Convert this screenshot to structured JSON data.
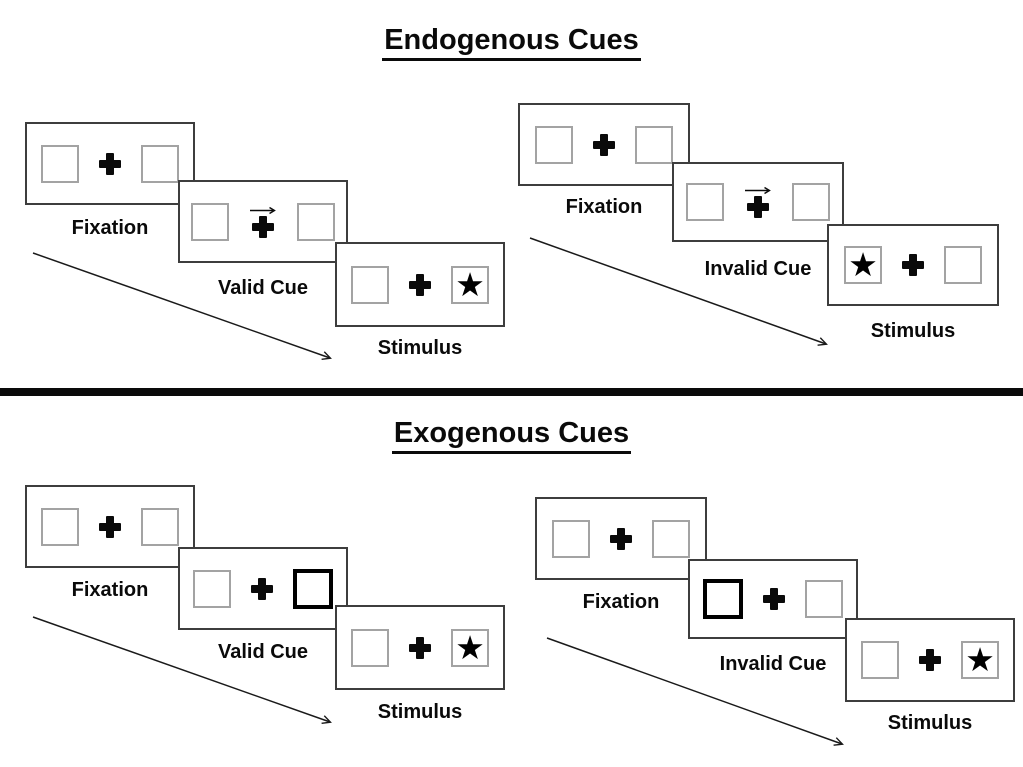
{
  "colors": {
    "ink": "#000000",
    "panel_border": "#3d3d3d",
    "square_border": "#a3a3a3",
    "background": "#ffffff"
  },
  "symbols": {
    "star": "★"
  },
  "sections": [
    {
      "title": "Endogenous Cues",
      "groups": [
        {
          "trial_type": "valid",
          "steps": [
            {
              "label": "Fixation",
              "left_box": "empty",
              "right_box": "empty",
              "cue": "none"
            },
            {
              "label": "Valid Cue",
              "left_box": "empty",
              "right_box": "empty",
              "cue": "arrow-right"
            },
            {
              "label": "Stimulus",
              "left_box": "empty",
              "right_box": "star",
              "cue": "none"
            }
          ]
        },
        {
          "trial_type": "invalid",
          "steps": [
            {
              "label": "Fixation",
              "left_box": "empty",
              "right_box": "empty",
              "cue": "none"
            },
            {
              "label": "Invalid Cue",
              "left_box": "empty",
              "right_box": "empty",
              "cue": "arrow-right"
            },
            {
              "label": "Stimulus",
              "left_box": "star",
              "right_box": "empty",
              "cue": "none"
            }
          ]
        }
      ]
    },
    {
      "title": "Exogenous Cues",
      "groups": [
        {
          "trial_type": "valid",
          "steps": [
            {
              "label": "Fixation",
              "left_box": "empty",
              "right_box": "empty",
              "cue": "none"
            },
            {
              "label": "Valid Cue",
              "left_box": "empty",
              "right_box": "highlighted",
              "cue": "box-highlight-right"
            },
            {
              "label": "Stimulus",
              "left_box": "empty",
              "right_box": "star",
              "cue": "none"
            }
          ]
        },
        {
          "trial_type": "invalid",
          "steps": [
            {
              "label": "Fixation",
              "left_box": "empty",
              "right_box": "empty",
              "cue": "none"
            },
            {
              "label": "Invalid Cue",
              "left_box": "highlighted",
              "right_box": "empty",
              "cue": "box-highlight-left"
            },
            {
              "label": "Stimulus",
              "left_box": "empty",
              "right_box": "star",
              "cue": "none"
            }
          ]
        }
      ]
    }
  ]
}
